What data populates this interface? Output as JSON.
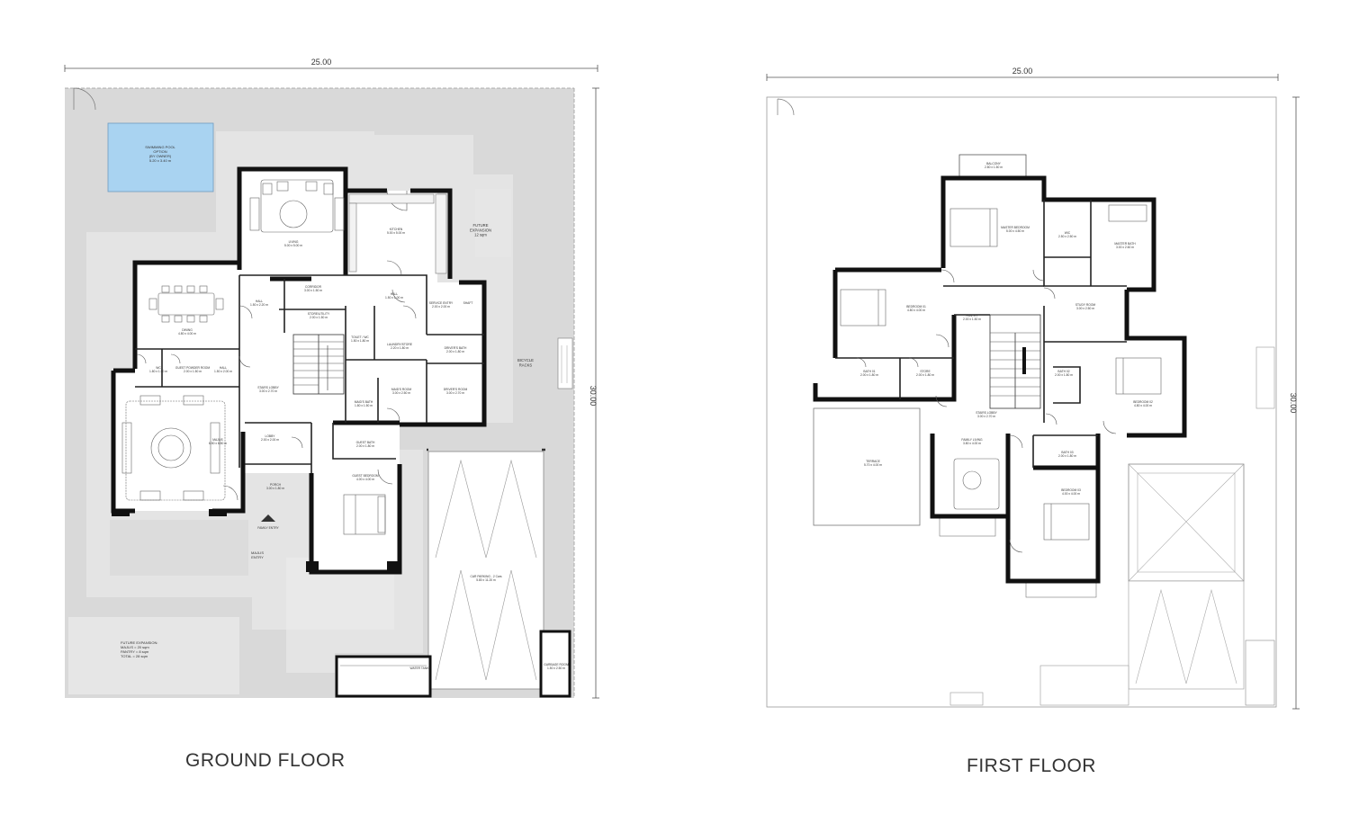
{
  "ground_floor": {
    "title": "GROUND FLOOR",
    "dim_width": "25.00",
    "dim_depth": "30.00",
    "rooms": {
      "pool": [
        "SWIMMING POOL",
        "OPTION",
        "(BY OWNER)",
        "5.20 x 3.40 m"
      ],
      "living": [
        "LIVING",
        "5.00 x 5.00 m"
      ],
      "kitchen": [
        "KITCHEN",
        "5.00 x 5.00 m"
      ],
      "future_exp": [
        "FUTURE",
        "EXPANSION",
        "12 sqm"
      ],
      "dining": [
        "DINING",
        "4.80 x 4.00 m"
      ],
      "corridor": [
        "CORRIDOR",
        "3.00 x 1.50 m"
      ],
      "hall_a": [
        "HALL",
        "1.50 x 2.20 m"
      ],
      "stores": [
        "STORE/UTILITY",
        "2.00 x 1.50 m"
      ],
      "toilet_wc": [
        "TOILET / WC",
        "1.50 x 1.80 m"
      ],
      "hall_b": [
        "HALL",
        "1.50 x 1.00 m"
      ],
      "service_entry": [
        "SERVICE ENTRY",
        "2.00 x 2.00 m"
      ],
      "shaft": [
        "SHAFT"
      ],
      "laundry": [
        "LAUNDRY/STORE",
        "2.20 x 1.80 m"
      ],
      "drivers_bath": [
        "DRIVER'S BATH",
        "2.00 x 1.80 m"
      ],
      "wc": [
        "WC",
        "1.80 x 1.50 m"
      ],
      "guest_powder": [
        "GUEST POWDER ROOM",
        "2.00 x 1.50 m"
      ],
      "hall_c": [
        "HALL",
        "1.50 x 2.00 m"
      ],
      "stairs_lobby": [
        "STAIRS LOBBY",
        "3.00 x 2.70 m"
      ],
      "maids_bath": [
        "MAID'S BATH",
        "1.80 x 1.50 m"
      ],
      "maids_room": [
        "MAID'S ROOM",
        "3.00 x 2.50 m"
      ],
      "drivers_room": [
        "DRIVER'S ROOM",
        "3.00 x 2.70 m"
      ],
      "majlis": [
        "MAJLIS",
        "6.50 x 6.50 m"
      ],
      "lobby": [
        "LOBBY",
        "2.00 x 2.00 m"
      ],
      "guest_bath": [
        "GUEST BATH",
        "2.00 x 1.80 m"
      ],
      "guest_bedroom": [
        "GUEST BEDROOM",
        "4.00 x 4.00 m"
      ],
      "porch": [
        "PORCH",
        "3.00 x 1.80 m"
      ],
      "family_entry": [
        "FAMILY ENTRY"
      ],
      "majlis_entry": [
        "MAJLIS",
        "ENTRY"
      ],
      "bicycle_racks": [
        "BICYCLE",
        "RACKS"
      ],
      "car_parking": [
        "CAR PARKING - 2 Cars",
        "5.80 x 11.20 m"
      ],
      "garbage": [
        "GARBAGE ROOM",
        "1.50 x 2.50 m"
      ],
      "water_tank": [
        "WATER TANK"
      ],
      "future_note": [
        "FUTURE EXPANSION:",
        "MAJLIS = 20 sqm",
        "PANTRY = 8 sqm",
        "TOTAL = 28 sqm"
      ]
    }
  },
  "first_floor": {
    "title": "FIRST FLOOR",
    "dim_width": "25.00",
    "dim_depth": "30.00",
    "rooms": {
      "balcony": [
        "BALCONY",
        "2.80 x 1.50 m"
      ],
      "master_bed": [
        "MASTER BEDROOM",
        "5.00 x 4.50 m"
      ],
      "wic": [
        "WIC",
        "2.50 x 2.50 m"
      ],
      "master_bath": [
        "MASTER BATH",
        "3.00 x 2.60 m"
      ],
      "bedroom_a": [
        "BEDROOM 01",
        "4.80 x 4.00 m"
      ],
      "pantry": [
        "PANTRY",
        "2.00 x 1.50 m"
      ],
      "study": [
        "STUDY ROOM",
        "3.00 x 2.50 m"
      ],
      "bath_a": [
        "BATH 01",
        "2.00 x 1.80 m"
      ],
      "store": [
        "STORE",
        "2.00 x 1.80 m"
      ],
      "bath_b": [
        "BATH 02",
        "2.00 x 1.80 m"
      ],
      "bedroom_b": [
        "BEDROOM 02",
        "4.80 x 4.00 m"
      ],
      "stairs_lobby": [
        "STAIRS LOBBY",
        "3.00 x 2.70 m"
      ],
      "terrace": [
        "TERRACE",
        "5.70 x 4.00 m"
      ],
      "family_living": [
        "FAMILY LIVING",
        "3.80 x 4.00 m"
      ],
      "bath_c": [
        "BATH 03",
        "2.00 x 1.80 m"
      ],
      "bedroom_c": [
        "BEDROOM 03",
        "4.00 x 4.00 m"
      ]
    }
  }
}
